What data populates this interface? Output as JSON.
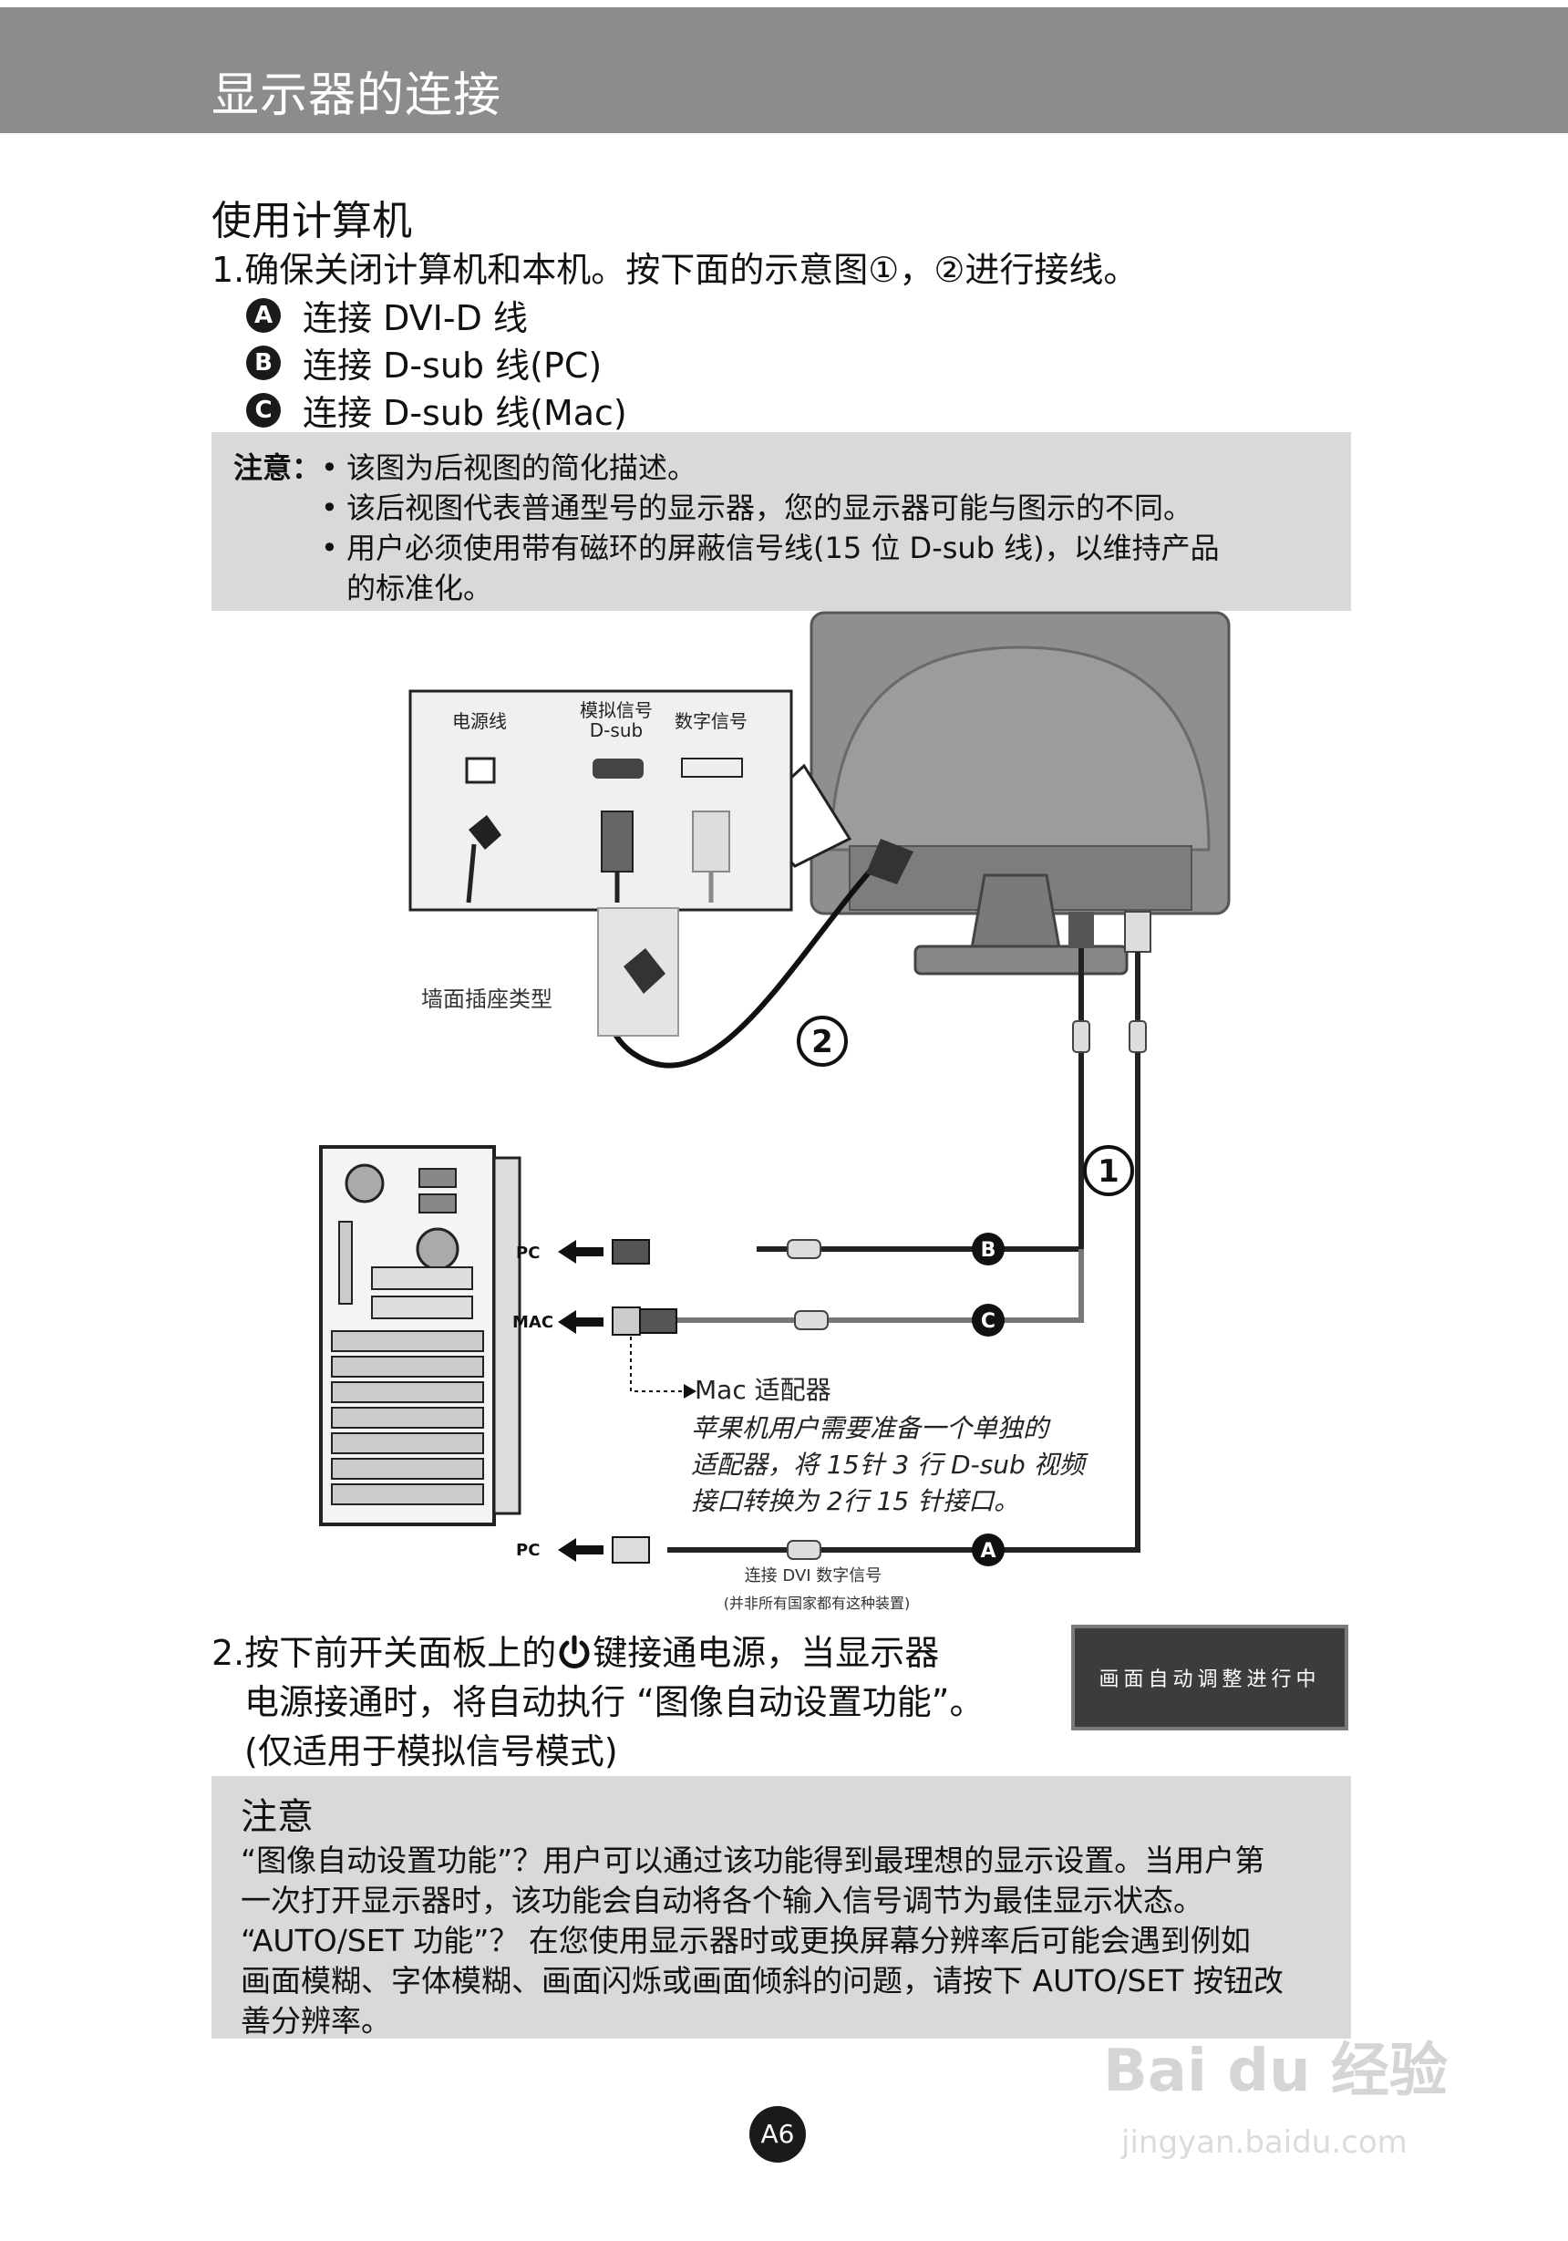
{
  "header": {
    "title": "显示器的连接"
  },
  "section_title": "使用计算机",
  "step1": "1.确保关闭计算机和本机。按下面的示意图①，②进行接线。",
  "options": [
    {
      "badge": "A",
      "text": "连接 DVI-D 线"
    },
    {
      "badge": "B",
      "text": "连接 D-sub 线(PC)"
    },
    {
      "badge": "C",
      "text": "连接 D-sub 线(Mac)"
    }
  ],
  "note1": {
    "label": "注意：",
    "lines": [
      "该图为后视图的简化描述。",
      "该后视图代表普通型号的显示器，您的显示器可能与图示的不同。",
      "用户必须使用带有磁环的屏蔽信号线(15 位 D-sub 线)，以维持产品",
      "的标准化。"
    ]
  },
  "diagram": {
    "power_label": "电源线",
    "analog_label": "模拟信号",
    "analog_sub": "D-sub",
    "digital_label": "数字信号",
    "wall_label": "墙面插座类型",
    "callout_1": "1",
    "callout_2": "2",
    "pc_label": "PC",
    "mac_label": "MAC",
    "badge_a": "A",
    "badge_b": "B",
    "badge_c": "C",
    "mac_adapter": "Mac 适配器",
    "mac_note": [
      "苹果机用户需要准备一个单独的",
      "适配器，将 15针 3 行 D-sub 视频",
      "接口转换为 2行 15 针接口。"
    ],
    "dvi_label": "连接 DVI 数字信号",
    "dvi_sub": "(并非所有国家都有这种装置)"
  },
  "step2": {
    "line1_a": "2.按下前开关面板上的",
    "line1_b": "键接通电源，当显示器",
    "line2": "电源接通时，将自动执行 “图像自动设置功能”。",
    "line3": "(仅适用于模拟信号模式)"
  },
  "lcd_text": "画面自动调整进行中",
  "note2": {
    "title": "注意",
    "lines": [
      "“图像自动设置功能”？用户可以通过该功能得到最理想的显示设置。当用户第",
      "一次打开显示器时，该功能会自动将各个输入信号调节为最佳显示状态。",
      "“AUTO/SET 功能”？ 在您使用显示器时或更换屏幕分辨率后可能会遇到例如",
      "画面模糊、字体模糊、画面闪烁或画面倾斜的问题，请按下 AUTO/SET 按钮改",
      "善分辨率。"
    ]
  },
  "page_number": "A6",
  "watermark": {
    "main": "Bai du 经验",
    "sub": "jingyan.baidu.com"
  }
}
